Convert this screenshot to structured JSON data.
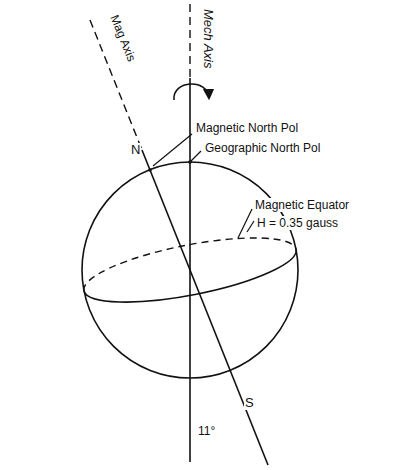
{
  "diagram": {
    "labels": [
      "Mag Axis",
      "Mech Axis",
      "Magnetic North Pol",
      "Geographic North Pol",
      "N",
      "Magnetic Equator",
      "H = 0.35 gauss",
      "S",
      "11°"
    ]
  }
}
